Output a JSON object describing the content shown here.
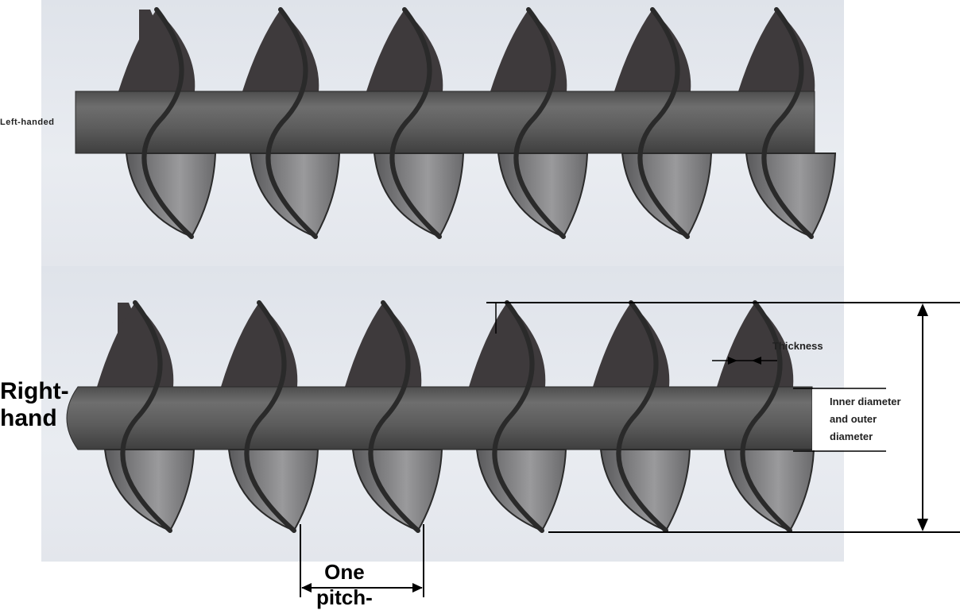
{
  "labels": {
    "left_handed": "Left-handed",
    "right_hand": "Right-\nhand",
    "thickness": "Thickness",
    "diameter": "Inner diameter\nand outer\ndiameter",
    "pitch": "One\npitch-"
  },
  "colors": {
    "background": "#e4e7ed",
    "shaft": "#5f5f5f",
    "blade_dark": "#3e3a3c",
    "blade_light": "#8a8a8c",
    "edge": "#2a2a2a",
    "dimension_line": "#000000"
  },
  "augers": [
    {
      "name": "top-auger",
      "hand": "left",
      "flight_count": 6
    },
    {
      "name": "bottom-auger",
      "hand": "right",
      "flight_count": 6
    }
  ]
}
